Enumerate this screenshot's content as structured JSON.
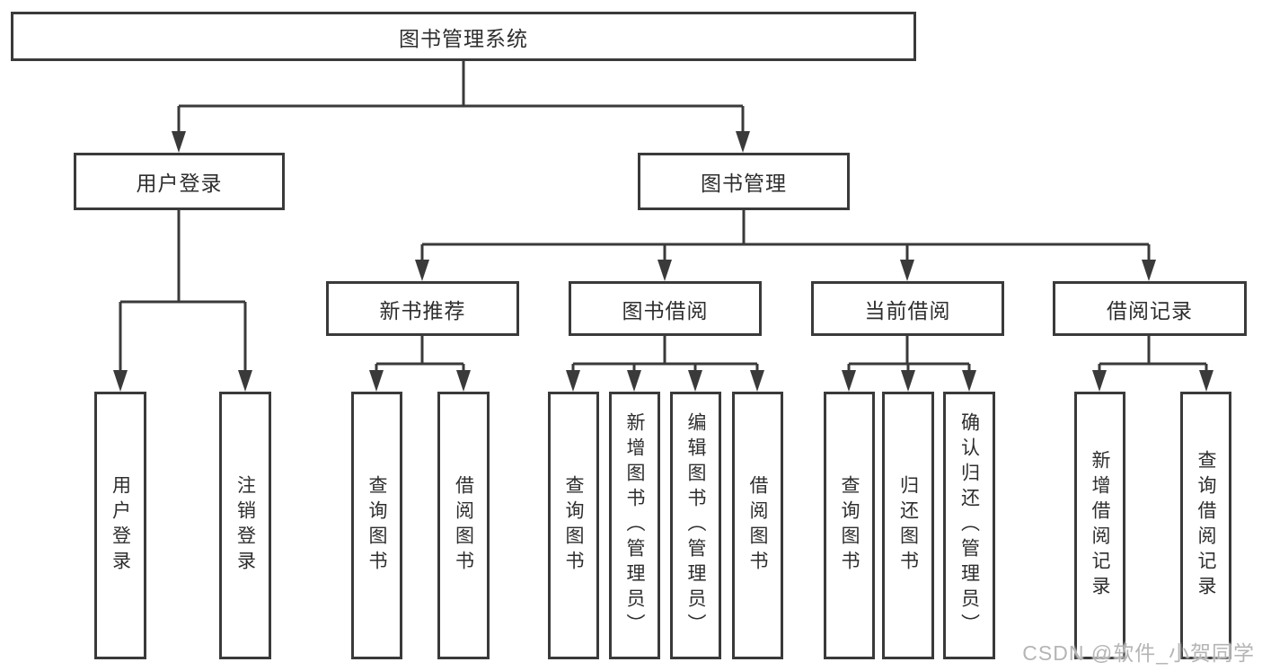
{
  "diagram": {
    "root": {
      "label": "图书管理系统"
    },
    "branches": [
      {
        "label": "用户登录",
        "children": [
          {
            "label": "用户登录"
          },
          {
            "label": "注销登录"
          }
        ]
      },
      {
        "label": "图书管理",
        "groups": [
          {
            "label": "新书推荐",
            "children": [
              {
                "label": "查询图书"
              },
              {
                "label": "借阅图书"
              }
            ]
          },
          {
            "label": "图书借阅",
            "children": [
              {
                "label": "查询图书"
              },
              {
                "label": "新增图书（管理员）"
              },
              {
                "label": "编辑图书（管理员）"
              },
              {
                "label": "借阅图书"
              }
            ]
          },
          {
            "label": "当前借阅",
            "children": [
              {
                "label": "查询图书"
              },
              {
                "label": "归还图书"
              },
              {
                "label": "确认归还（管理员）"
              }
            ]
          },
          {
            "label": "借阅记录",
            "children": [
              {
                "label": "新增借阅记录"
              },
              {
                "label": "查询借阅记录"
              }
            ]
          }
        ]
      }
    ],
    "watermark": "CSDN @软件_小贺同学",
    "colors": {
      "line": "#3a3a3a",
      "text": "#2e2e2e",
      "watermark": "#b5b5b5",
      "background": "#ffffff"
    }
  }
}
